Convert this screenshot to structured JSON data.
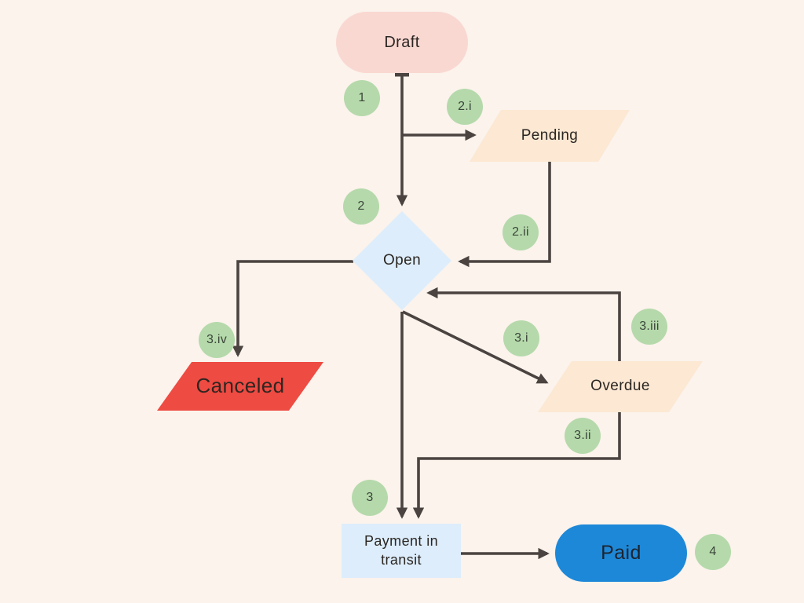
{
  "canvas": {
    "background": "#fbf3ec",
    "line_color": "#4a4340"
  },
  "nodes": {
    "draft": {
      "label": "Draft",
      "shape": "rounded-pill",
      "color": "#fad8d2"
    },
    "pending": {
      "label": "Pending",
      "shape": "parallelogram",
      "color": "#fce8d3"
    },
    "open": {
      "label": "Open",
      "shape": "diamond",
      "color": "#ddedfb"
    },
    "canceled": {
      "label": "Canceled",
      "shape": "parallelogram",
      "color": "#ee4b43"
    },
    "overdue": {
      "label": "Overdue",
      "shape": "parallelogram",
      "color": "#fce8d3"
    },
    "payment": {
      "label": "Payment in transit",
      "shape": "rectangle",
      "color": "#ddedfb"
    },
    "paid": {
      "label": "Paid",
      "shape": "rounded-pill",
      "color": "#1e88d8"
    }
  },
  "badges": {
    "color": "#b5d9ab",
    "b1": {
      "label": "1"
    },
    "b2i": {
      "label": "2.i"
    },
    "b2": {
      "label": "2"
    },
    "b2ii": {
      "label": "2.ii"
    },
    "b3iv": {
      "label": "3.iv"
    },
    "b3i": {
      "label": "3.i"
    },
    "b3iii": {
      "label": "3.iii"
    },
    "b3ii": {
      "label": "3.ii"
    },
    "b3": {
      "label": "3"
    },
    "b4": {
      "label": "4"
    }
  },
  "edges": [
    {
      "from": "draft",
      "to": "open",
      "step": "1 / 2"
    },
    {
      "from": "draft",
      "to": "pending",
      "step": "2.i"
    },
    {
      "from": "pending",
      "to": "open",
      "step": "2.ii"
    },
    {
      "from": "open",
      "to": "canceled",
      "step": "3.iv"
    },
    {
      "from": "open",
      "to": "payment",
      "step": "3"
    },
    {
      "from": "open",
      "to": "overdue",
      "step": "3.i"
    },
    {
      "from": "overdue",
      "to": "payment",
      "step": "3.ii"
    },
    {
      "from": "overdue",
      "to": "open",
      "step": "3.iii"
    },
    {
      "from": "payment",
      "to": "paid",
      "step": "4"
    }
  ]
}
